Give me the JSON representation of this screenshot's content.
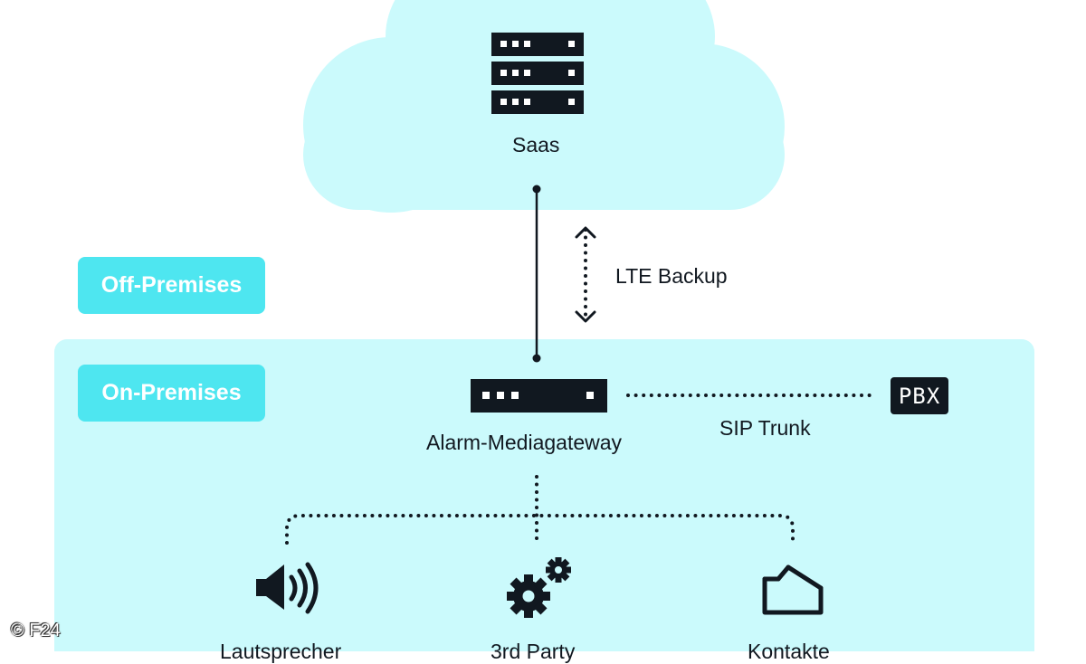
{
  "colors": {
    "cloud": "#cbfafc",
    "zone": "#cbfafc",
    "pill": "#4ee6f0",
    "ink": "#111820"
  },
  "nodes": {
    "saas": {
      "label": "Saas",
      "icon": "server-rack-icon"
    },
    "gateway": {
      "label": "Alarm-Mediagateway",
      "icon": "gateway-device-icon"
    },
    "pbx": {
      "label": "PBX"
    },
    "speaker": {
      "label": "Lautsprecher",
      "icon": "speaker-icon"
    },
    "third_party": {
      "label": "3rd Party",
      "icon": "gears-icon"
    },
    "contacts": {
      "label": "Kontakte",
      "icon": "switch-contact-icon"
    }
  },
  "zones": {
    "off_premises": "Off-Premises",
    "on_premises": "On-Premises"
  },
  "links": {
    "lte_backup": "LTE Backup",
    "sip_trunk": "SIP Trunk"
  },
  "copyright": "© F24"
}
